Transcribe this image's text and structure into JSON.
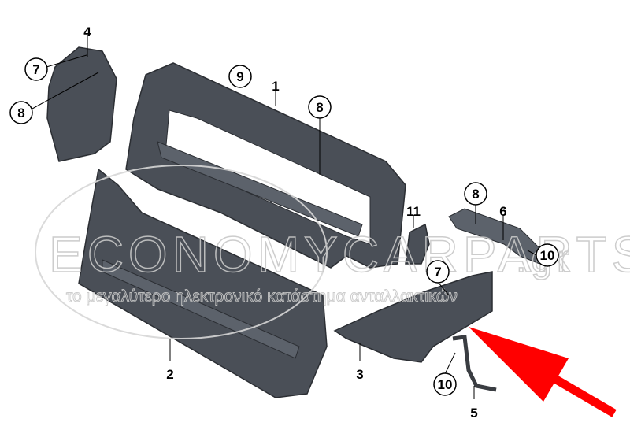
{
  "diagram": {
    "callouts": [
      {
        "id": "4",
        "circled": false
      },
      {
        "id": "7",
        "circled": true
      },
      {
        "id": "8",
        "circled": true
      },
      {
        "id": "9",
        "circled": true
      },
      {
        "id": "1",
        "circled": false
      },
      {
        "id": "8",
        "circled": true
      },
      {
        "id": "11",
        "circled": false
      },
      {
        "id": "8",
        "circled": true
      },
      {
        "id": "6",
        "circled": false
      },
      {
        "id": "10",
        "circled": true
      },
      {
        "id": "7",
        "circled": true
      },
      {
        "id": "2",
        "circled": false
      },
      {
        "id": "3",
        "circled": false
      },
      {
        "id": "10",
        "circled": true
      },
      {
        "id": "5",
        "circled": false
      }
    ],
    "highlight_arrow_color": "#ff0000"
  },
  "watermark": {
    "brand": "ECONOMYCARPARTS.gr",
    "tagline": "το μεγαλύτερο ηλεκτρονικό κατάστημα ανταλλακτικών"
  }
}
